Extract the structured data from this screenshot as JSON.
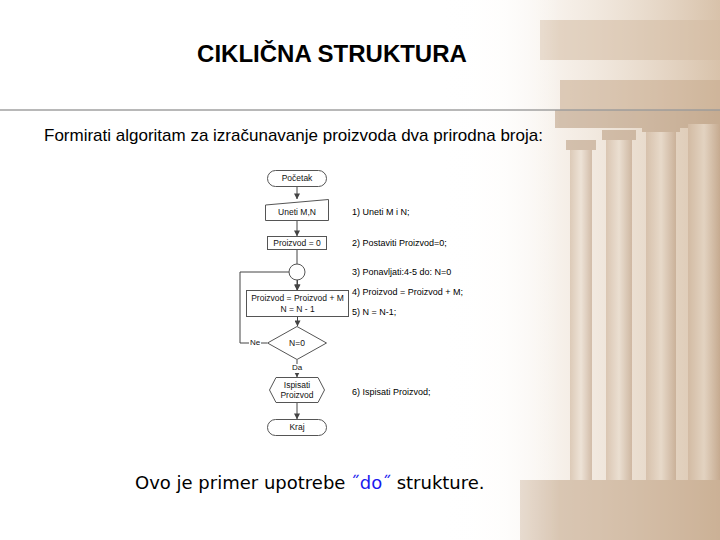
{
  "diagram": {
    "title": "CIKLIČNA STRUKTURA",
    "nodes": [
      {
        "text": [
          "Početak"
        ]
      },
      {
        "text": [
          "Uneti M,N"
        ]
      },
      {
        "text": [
          "Proizvod = 0"
        ]
      },
      {
        "text": [
          "Proizvod = Proizvod + M",
          "N = N - 1"
        ]
      },
      {
        "text": [
          "N=0"
        ]
      },
      {
        "text": [
          "Ispisati Proizvod"
        ]
      },
      {
        "text": [
          "Kraj"
        ]
      }
    ],
    "edges": [
      {
        "from": 0,
        "to": 1,
        "arrow": "to"
      },
      {
        "from": 1,
        "to": 2,
        "arrow": "to"
      },
      {
        "from": 2,
        "to": 3,
        "arrow": "to"
      },
      {
        "from": 3,
        "to": 4,
        "arrow": "to"
      },
      {
        "from": 4,
        "to": 3,
        "label": "Ne",
        "arrow": "to"
      },
      {
        "from": 4,
        "to": 5,
        "label": "Da",
        "arrow": "to"
      },
      {
        "from": 5,
        "to": 6,
        "arrow": "to"
      }
    ],
    "labels": [
      "Formirati algoritam za izračunavanje proizvoda dva prirodna broja:",
      "1) Uneti M i N;",
      "2) Postaviti Proizvod=0;",
      "3) Ponavljati:4-5 do: N=0",
      "4) Proizvod = Proizvod + M;",
      "5) N = N-1;",
      "6) Ispisati Proizvod;",
      "Ovo je primer upotrebe",
      "˝do˝",
      "strukture."
    ]
  }
}
